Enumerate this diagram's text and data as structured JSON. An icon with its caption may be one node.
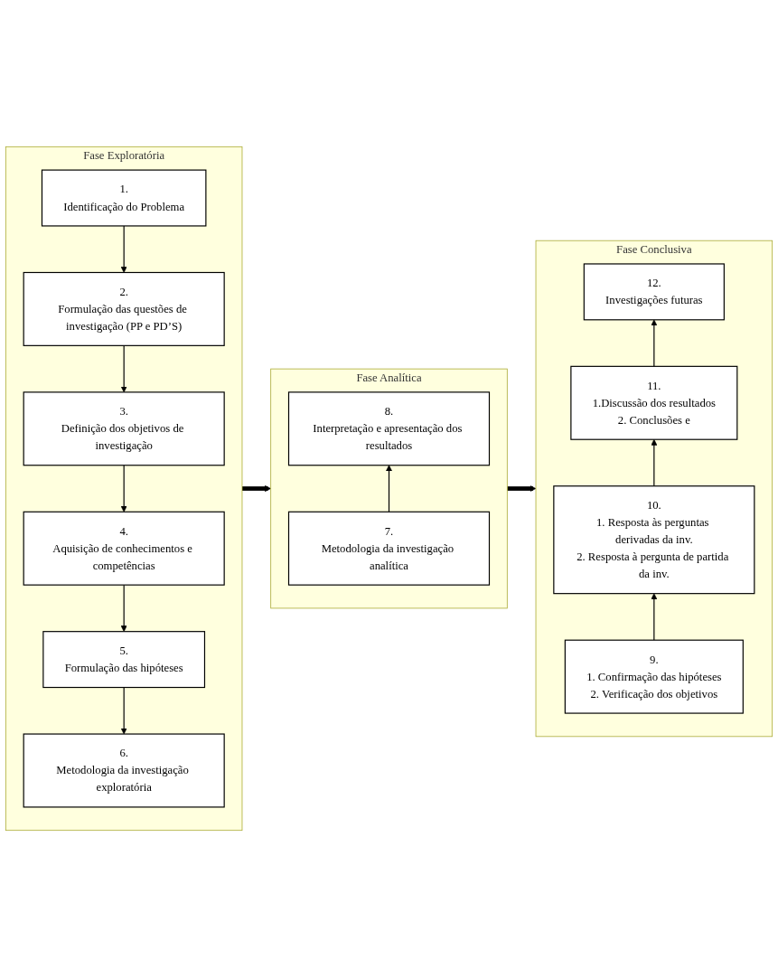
{
  "diagram": {
    "nodes": [
      {
        "text": [
          "Fase Exploratória"
        ]
      },
      {
        "text": [
          "1.",
          "Identificação do Problema"
        ],
        "in": 0
      },
      {
        "text": [
          "2.",
          "Formulação das questões de investigação (PP e PD’S)"
        ],
        "in": 0
      },
      {
        "text": [
          "3.",
          "Definição dos objetivos de investigação"
        ],
        "in": 0
      },
      {
        "text": [
          "4.",
          "Aquisição de conhecimentos e competências"
        ],
        "in": 0
      },
      {
        "text": [
          "5.",
          "Formulação das hipóteses"
        ],
        "in": 0
      },
      {
        "text": [
          "6.",
          "Metodologia da investigação exploratória"
        ],
        "in": 0
      },
      {
        "text": [
          "Fase Conclusiva"
        ]
      },
      {
        "text": [
          "12.",
          "Investigações futuras"
        ],
        "in": 7
      },
      {
        "text": [
          "11.",
          "1.Discussão dos resultados",
          "2. Conclusões e"
        ],
        "in": 7
      },
      {
        "text": [
          "10.",
          "1. Resposta às perguntas derivadas da inv.",
          "2. Resposta à pergunta de partida da inv."
        ],
        "in": 7
      },
      {
        "text": [
          "9.",
          "1. Confirmação das hipóteses",
          "2. Verificação dos objetivos"
        ],
        "in": 7
      },
      {
        "text": [
          "Fase Analítica"
        ]
      },
      {
        "text": [
          "8.",
          "Interpretação e apresentação dos resultados"
        ],
        "in": 12
      },
      {
        "text": [
          "7.",
          "Metodologia da investigação analítica"
        ],
        "in": 12
      }
    ],
    "edges": [
      {
        "from": 1,
        "to": 2,
        "arrow": "to"
      },
      {
        "from": 2,
        "to": 3,
        "arrow": "to"
      },
      {
        "from": 3,
        "to": 4,
        "arrow": "to"
      },
      {
        "from": 4,
        "to": 5,
        "arrow": "to"
      },
      {
        "from": 5,
        "to": 6,
        "arrow": "to"
      },
      {
        "from": 0,
        "to": 12,
        "arrow": "to",
        "style": "thick"
      },
      {
        "from": 12,
        "to": 7,
        "arrow": "to",
        "style": "thick"
      },
      {
        "from": 14,
        "to": 13,
        "arrow": "to"
      },
      {
        "from": 11,
        "to": 10,
        "arrow": "to"
      },
      {
        "from": 10,
        "to": 9,
        "arrow": "to"
      },
      {
        "from": 9,
        "to": 8,
        "arrow": "to"
      }
    ]
  }
}
